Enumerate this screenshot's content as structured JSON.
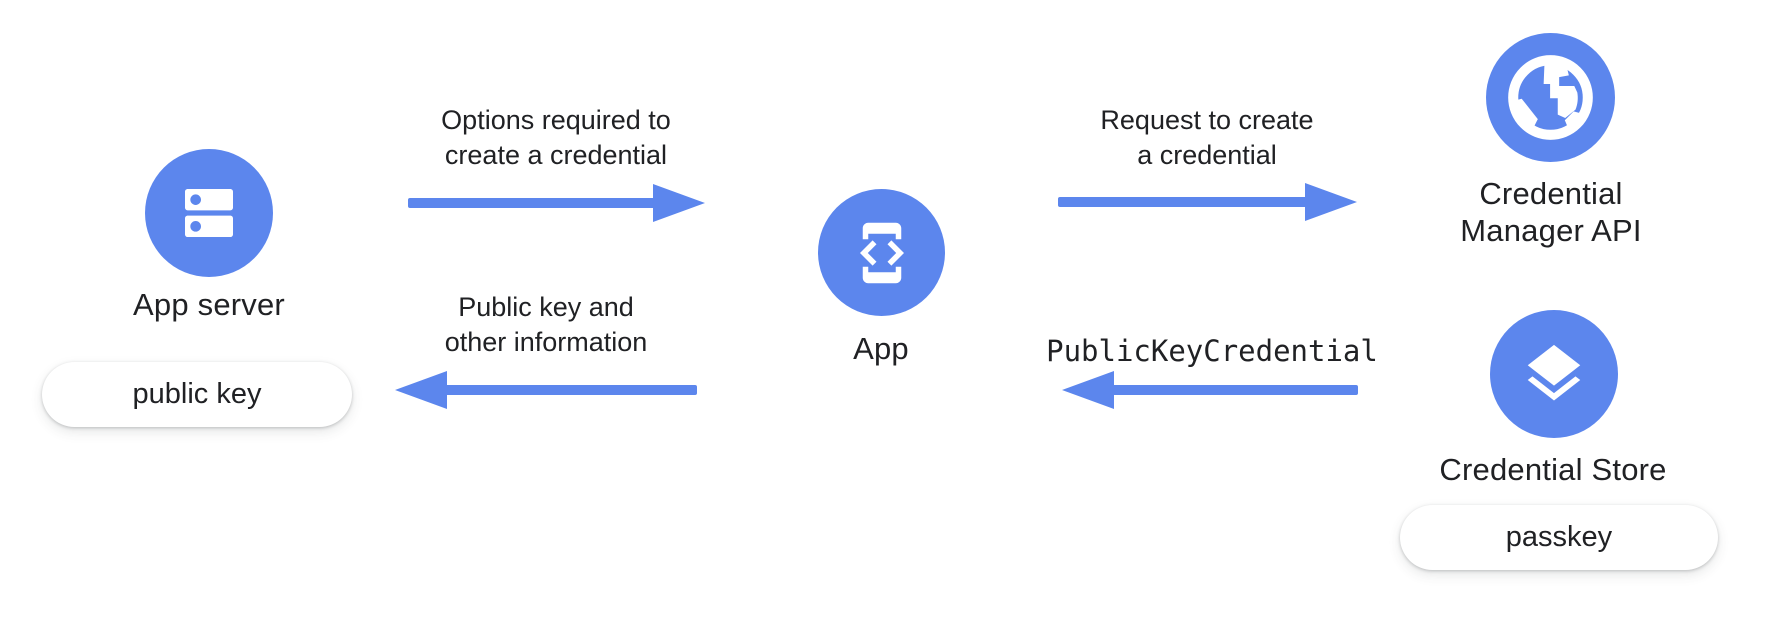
{
  "colors": {
    "primary_blue": "#5C86ED",
    "text": "#202124",
    "pill_background": "#FFFFFF",
    "icon_glyph": "#FFFFFF",
    "canvas_background": "#FFFFFF"
  },
  "nodes": {
    "app_server": {
      "label": "App server",
      "icon": "server-dns-icon",
      "badge": "public key"
    },
    "app": {
      "label": "App",
      "icon": "phone-code-icon"
    },
    "credential_manager_api": {
      "label": "Credential\nManager API",
      "icon": "globe-icon"
    },
    "credential_store": {
      "label": "Credential Store",
      "icon": "layers-icon",
      "badge": "passkey"
    }
  },
  "flows": {
    "options": {
      "label": "Options required to\ncreate a credential",
      "direction": "right",
      "from": "App server",
      "to": "App"
    },
    "request": {
      "label": "Request to create\na credential",
      "direction": "right",
      "from": "App",
      "to": "Credential Manager API"
    },
    "public_key_info": {
      "label": "Public key and\nother information",
      "direction": "left",
      "from": "App",
      "to": "App server"
    },
    "public_key_credential": {
      "label": "PublicKeyCredential",
      "direction": "left",
      "from": "Credential Manager API",
      "to": "App"
    }
  }
}
